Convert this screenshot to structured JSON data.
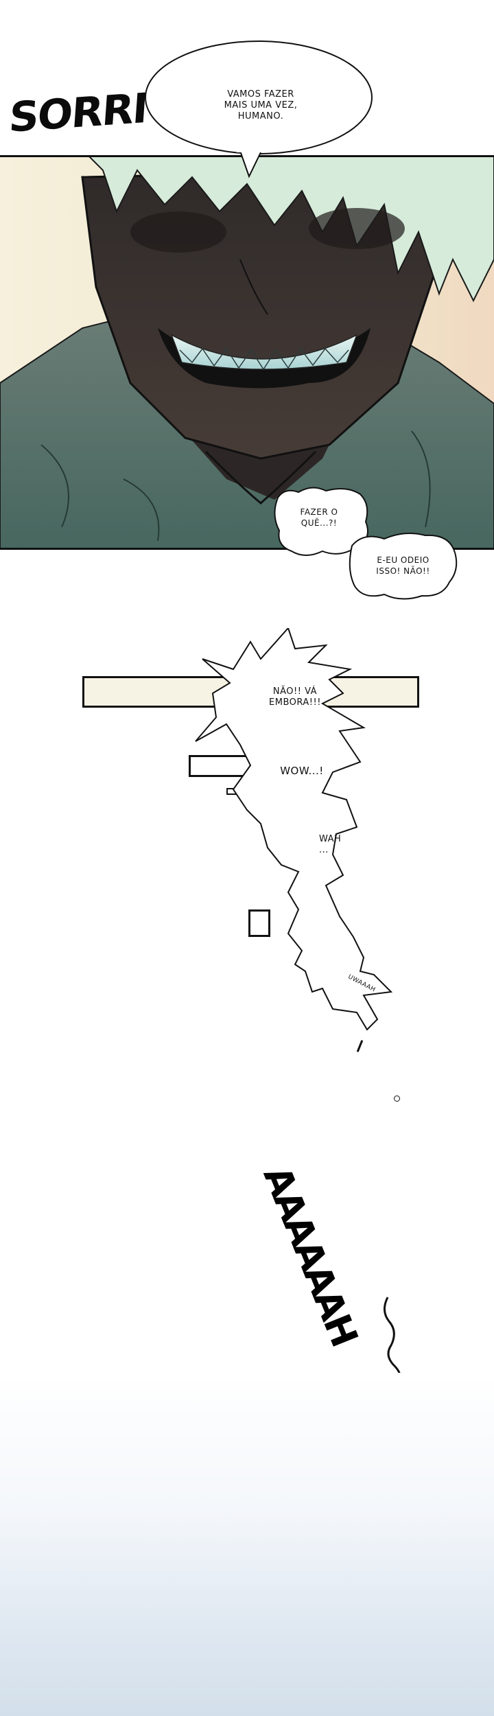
{
  "panel1": {
    "sfx": "SORRI",
    "balloon": {
      "lines": [
        "VAMOS FAZER",
        "MAIS UMA VEZ,",
        "HUMANO."
      ]
    }
  },
  "panel2": {
    "balloon_a": {
      "lines": [
        "FAZER O",
        "QUÊ...?!"
      ]
    },
    "balloon_b": {
      "lines": [
        "E-EU ODEIO",
        "ISSO! NÃO!!"
      ]
    }
  },
  "scream": {
    "line1": [
      "NÃO!! VÁ",
      "EMBORA!!!"
    ],
    "line2": "WOW...!",
    "line3": [
      "WAH",
      "..."
    ],
    "line4": "UWAAAH",
    "big": "AAAAAAH"
  },
  "colors": {
    "panel_bg": "#f4eedb",
    "skin_dark": "#3a3230",
    "shirt": "#55706a",
    "hair": "#d5ead8",
    "teeth": "#cfe7e6"
  }
}
